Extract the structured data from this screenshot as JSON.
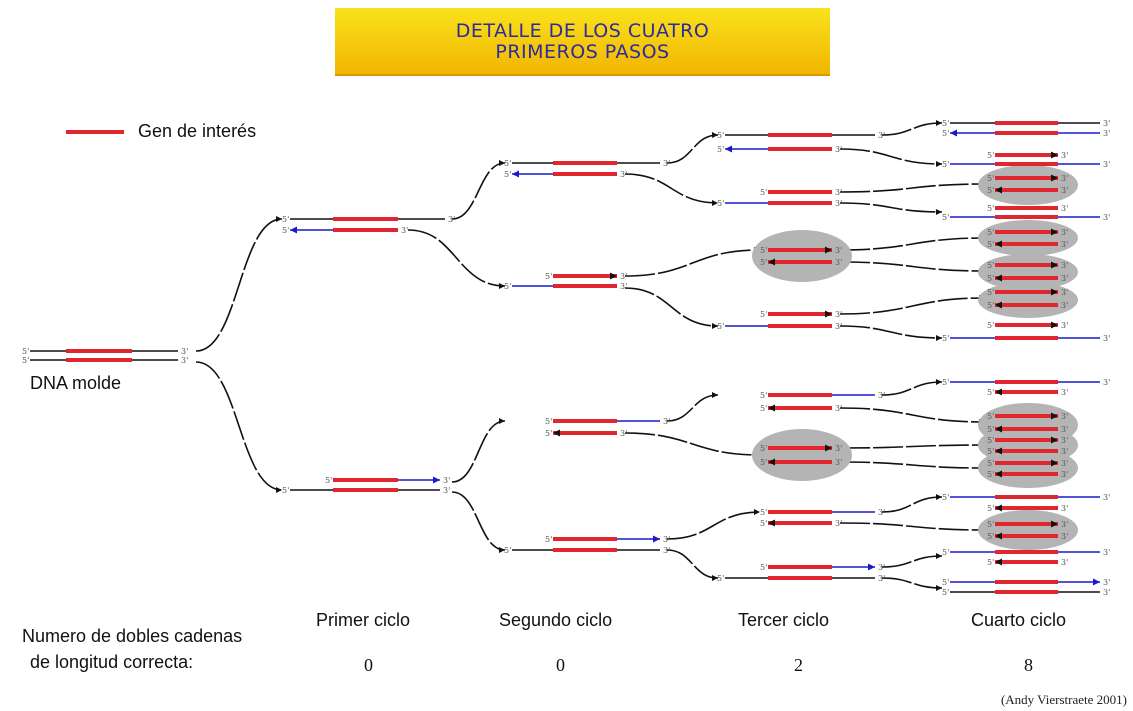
{
  "title": {
    "line1": "DETALLE DE LOS CUATRO",
    "line2": "PRIMEROS PASOS"
  },
  "legend": {
    "label": "Gen de interés",
    "color": "#e0262e"
  },
  "template_label": "DNA molde",
  "cycles": [
    {
      "label": "Primer ciclo",
      "count": "0"
    },
    {
      "label": "Segundo ciclo",
      "count": "0"
    },
    {
      "label": "Tercer ciclo",
      "count": "2"
    },
    {
      "label": "Cuarto ciclo",
      "count": "8"
    }
  ],
  "row_label": {
    "line1": "Numero de dobles cadenas",
    "line2": "de longitud correcta:"
  },
  "end_labels": {
    "five": "5'",
    "three": "3'"
  },
  "credit": "(Andy Vierstraete 2001)",
  "colors": {
    "gene": "#e0262e",
    "new_strand": "#1a1acc",
    "template": "#111111",
    "highlight": "#b4b4b4"
  }
}
